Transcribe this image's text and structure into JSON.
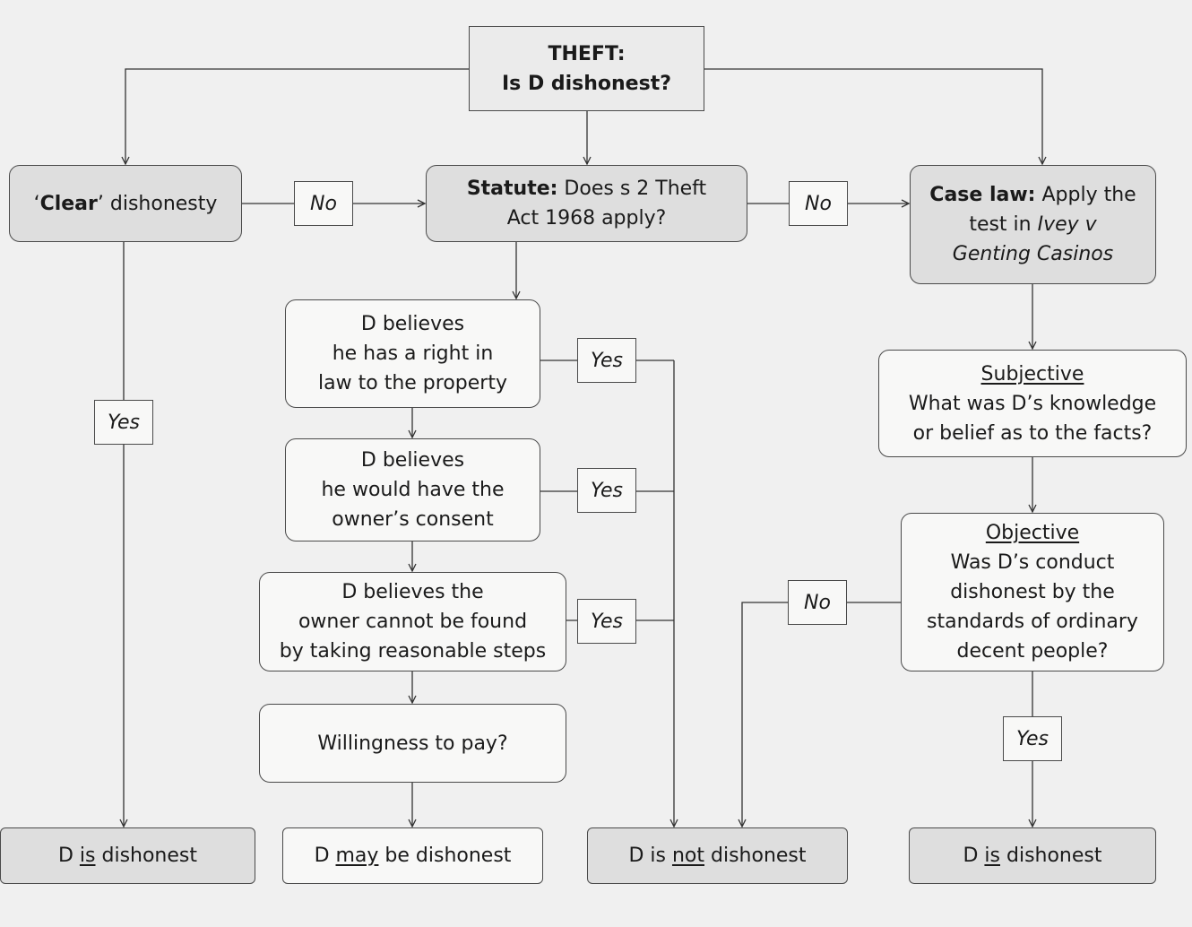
{
  "start": {
    "line1": "THEFT:",
    "line2": "Is D dishonest?"
  },
  "clear": {
    "quote_open": "‘",
    "bold": "Clear",
    "rest": "’ dishonesty"
  },
  "statute": {
    "bold": "Statute:",
    "rest1": " Does s 2 Theft",
    "line2": "Act 1968 apply?"
  },
  "caselaw": {
    "bold": "Case law:",
    "rest1": " Apply the",
    "line2_pre": "test in ",
    "line2_italic": "Ivey v",
    "line3": "Genting Casinos"
  },
  "belief_right": {
    "line1": "D believes",
    "line2": "he has a right in",
    "line3": "law to the property"
  },
  "belief_consent": {
    "line1": "D believes",
    "line2": "he would have the",
    "line3": "owner’s consent"
  },
  "belief_owner": {
    "line1": "D believes the",
    "line2": "owner cannot be found",
    "line3": "by taking reasonable steps"
  },
  "willingness": {
    "text": "Willingness to pay?"
  },
  "subjective": {
    "heading": "Subjective",
    "line1": "What was D’s knowledge",
    "line2": "or belief as to the facts?"
  },
  "objective": {
    "heading": "Objective",
    "line1": "Was D’s conduct",
    "line2": "dishonest by the",
    "line3": "standards of ordinary",
    "line4": "decent people?"
  },
  "results": {
    "clear": {
      "pre": "D ",
      "em": "is",
      "post": " dishonest"
    },
    "may": {
      "pre": "D ",
      "em": "may",
      "post": " be dishonest"
    },
    "not": {
      "pre": "D is ",
      "em": "not",
      "post": " dishonest"
    },
    "case": {
      "pre": "D ",
      "em": "is",
      "post": " dishonest"
    }
  },
  "labels": {
    "no_clear": "No",
    "no_statute": "No",
    "yes_clear": "Yes",
    "yes_right": "Yes",
    "yes_consent": "Yes",
    "yes_owner": "Yes",
    "no_objective": "No",
    "yes_objective": "Yes"
  }
}
